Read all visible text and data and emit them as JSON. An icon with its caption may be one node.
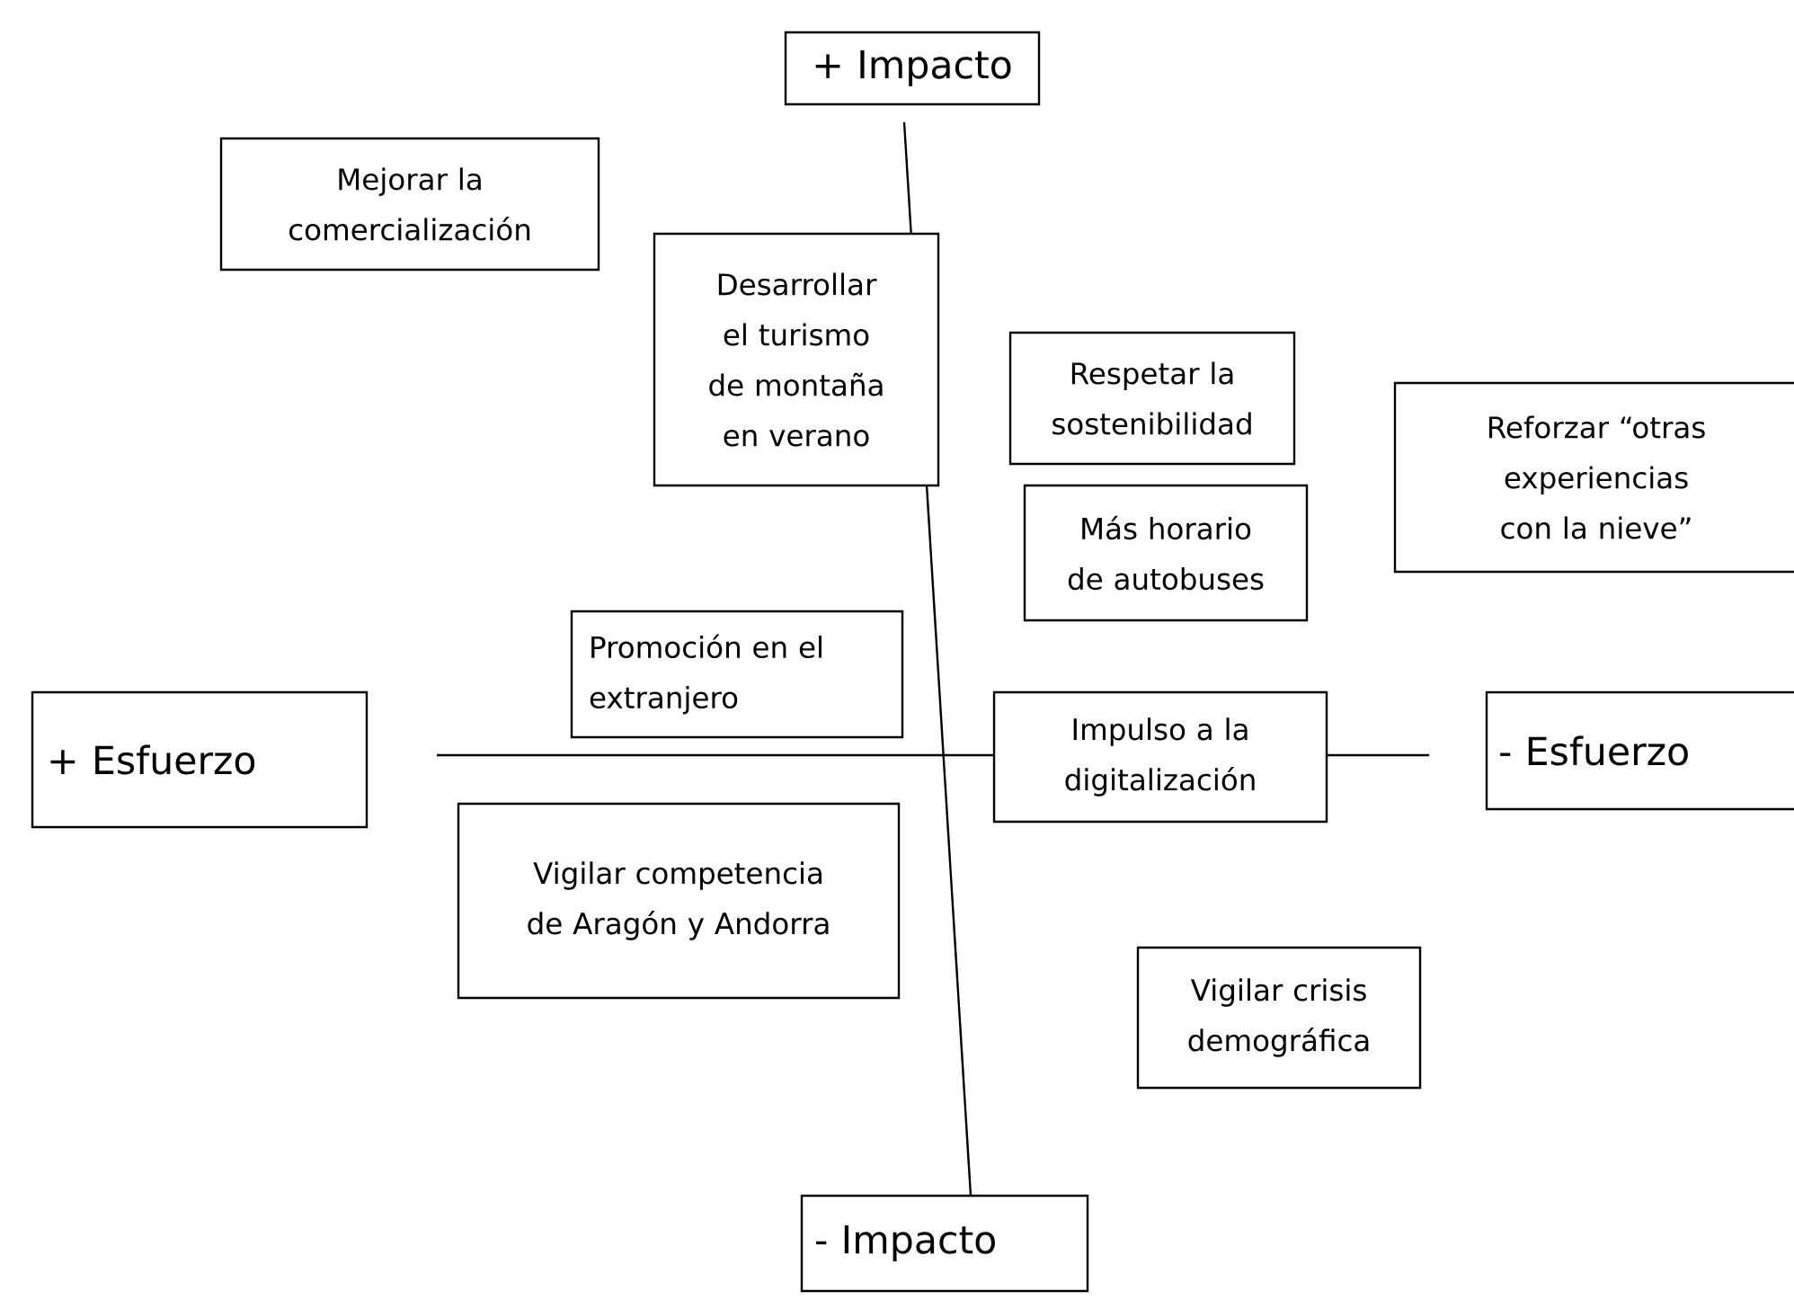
{
  "diagram": {
    "nodes": [
      {
        "text": [
          "+ Impacto"
        ]
      },
      {
        "text": [
          "Mejorar la comercialización"
        ]
      },
      {
        "text": [
          "Desarrollar el turismo de montaña en verano"
        ]
      },
      {
        "text": [
          "Respetar la sostenibilidad"
        ]
      },
      {
        "text": [
          "Reforzar “otras experiencias con la nieve”"
        ]
      },
      {
        "text": [
          "Más horario de autobuses"
        ]
      },
      {
        "text": [
          "Promoción  en el extranjero"
        ]
      },
      {
        "text": [
          "+ Esfuerzo"
        ]
      },
      {
        "text": [
          "Impulso a la digitalización"
        ]
      },
      {
        "text": [
          "- Esfuerzo"
        ]
      },
      {
        "text": [
          "Vigilar competencia de Aragón y Andorra"
        ]
      },
      {
        "text": [
          "Vigilar crisis demográfica"
        ]
      },
      {
        "text": [
          "- Impacto"
        ]
      }
    ]
  }
}
